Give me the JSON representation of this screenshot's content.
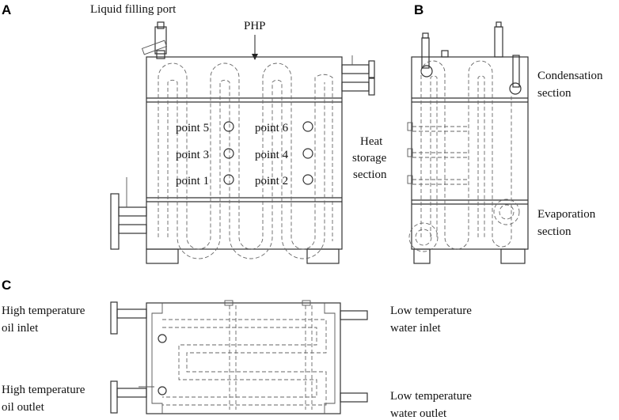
{
  "panels": [
    "A",
    "B",
    "C"
  ],
  "panel_a": {
    "liquid_filling_port": "Liquid filling port",
    "php": "PHP",
    "points": [
      "point 5",
      "point 6",
      "point 3",
      "point 4",
      "point 1",
      "point 2"
    ],
    "heat": "Heat",
    "storage": "storage",
    "section": "section"
  },
  "panel_b": {
    "condensation": "Condensation",
    "condensation_section": "section",
    "evaporation": "Evaporation",
    "evaporation_section": "section"
  },
  "panel_c": {
    "hot_oil_inlet_1": "High temperature",
    "hot_oil_inlet_2": "oil inlet",
    "hot_oil_outlet_1": "High temperature",
    "hot_oil_outlet_2": "oil outlet",
    "water_inlet_1": "Low temperature",
    "water_inlet_2": "water inlet",
    "water_outlet_1": "Low temperature",
    "water_outlet_2": "water outlet"
  }
}
